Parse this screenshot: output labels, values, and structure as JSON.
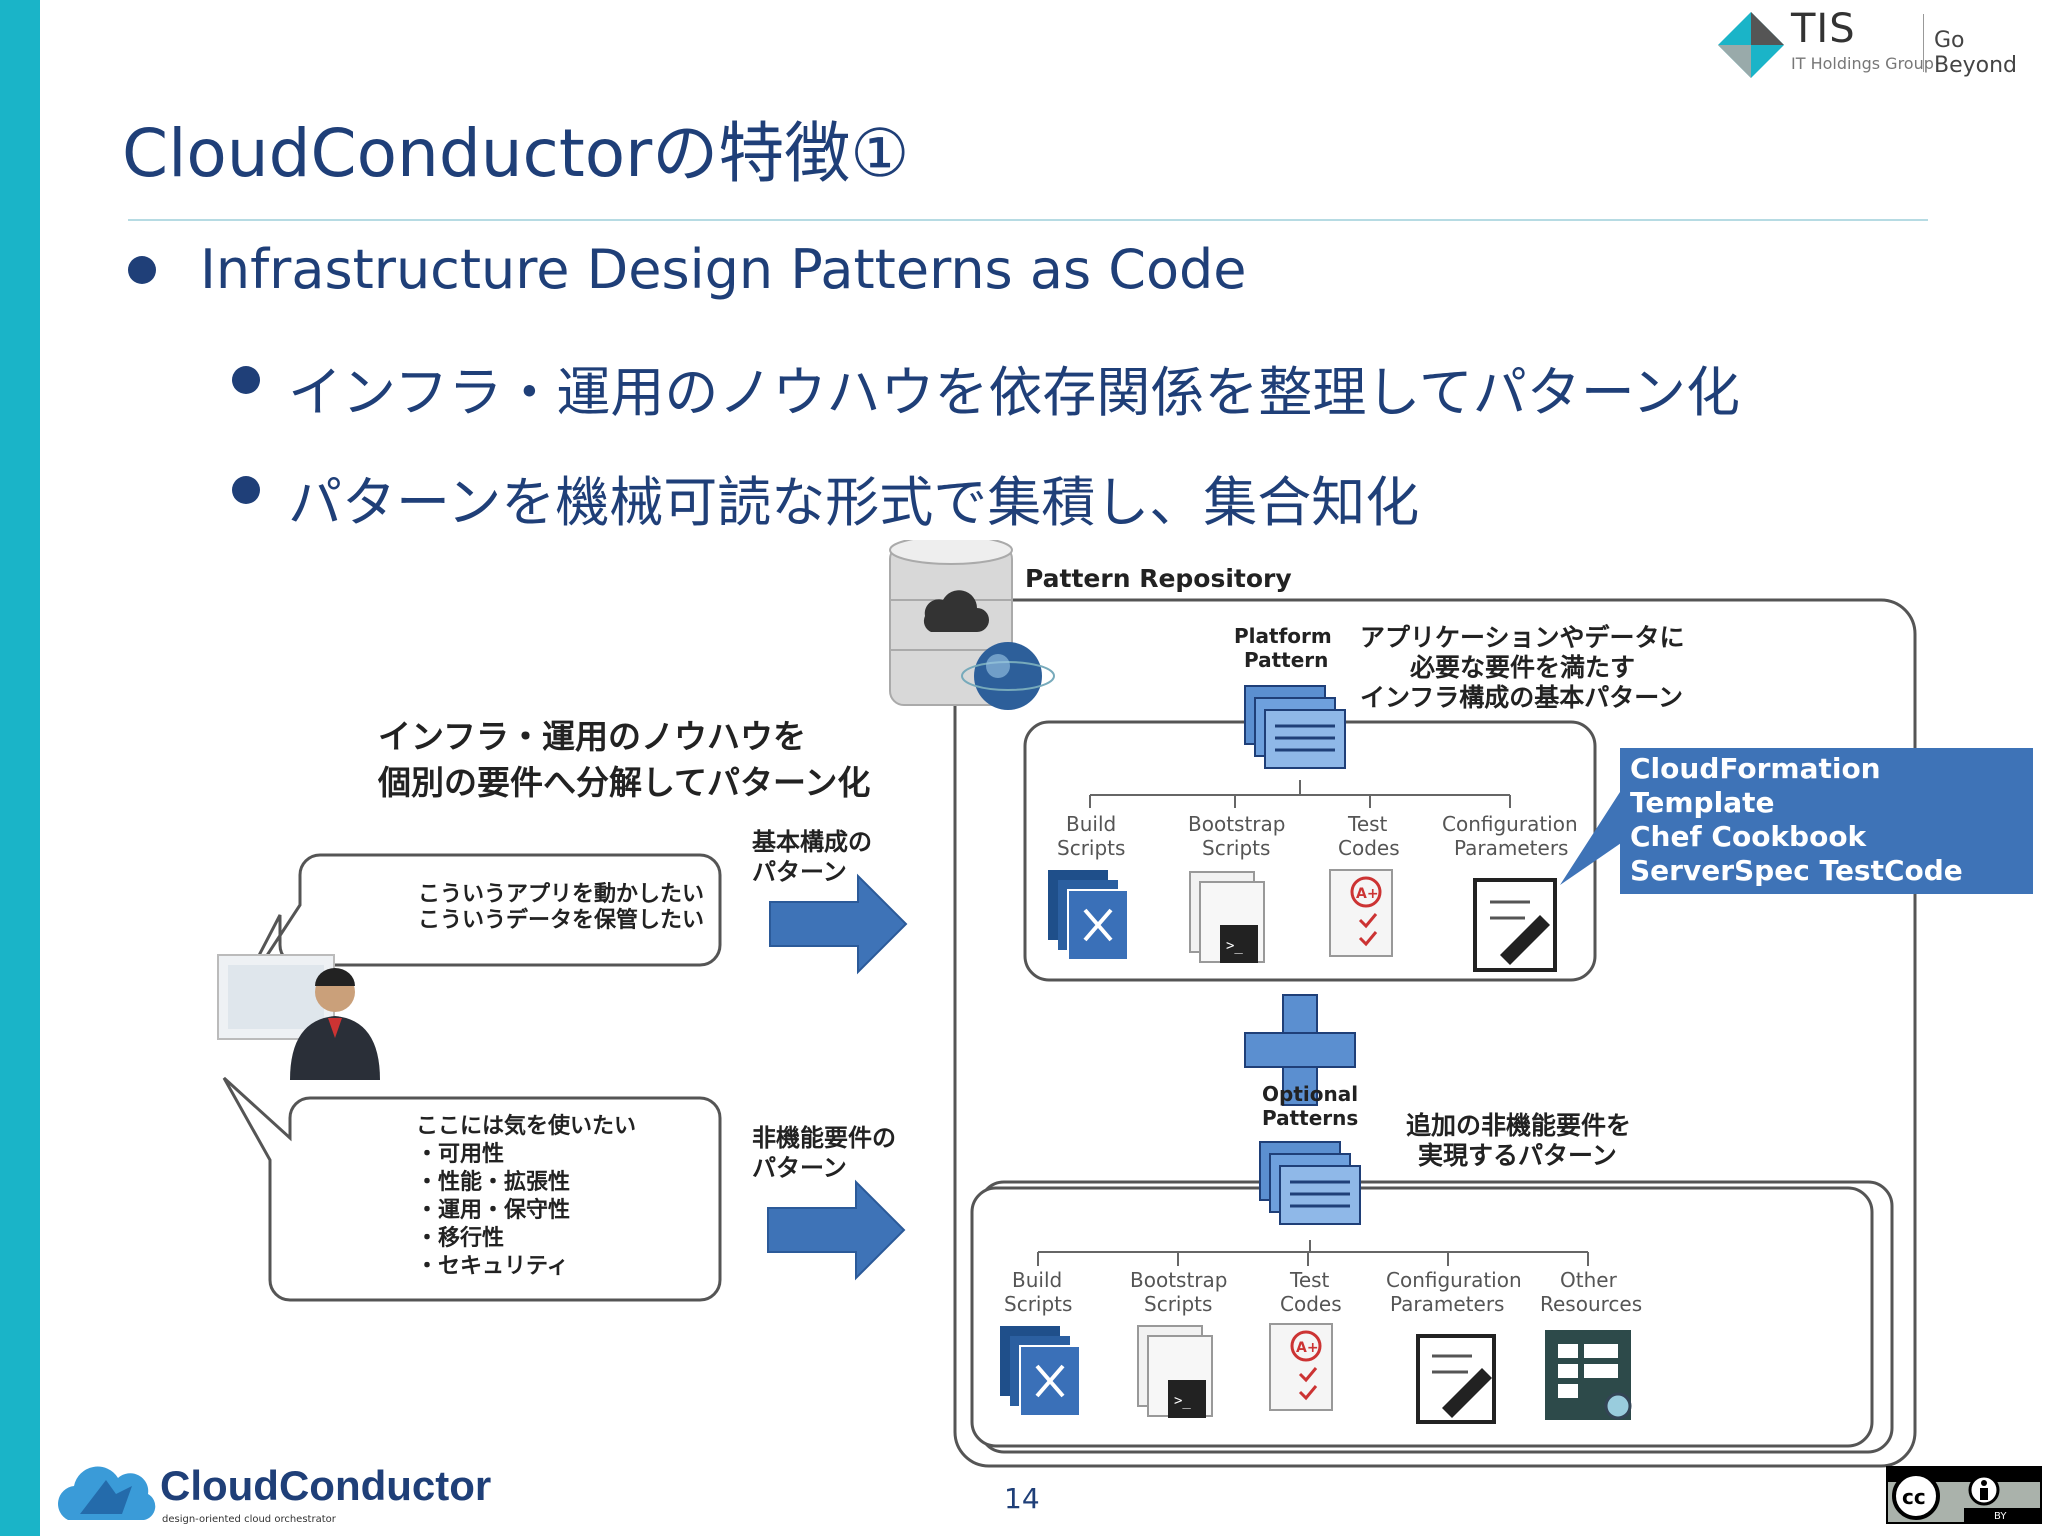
{
  "header": {
    "brand_name": "TIS",
    "brand_sub": "IT Holdings Group",
    "tagline": "Go Beyond"
  },
  "slide": {
    "title": "CloudConductorの特徴①",
    "bullets": [
      "Infrastructure Design Patterns as Code",
      "インフラ・運用のノウハウを依存関係を整理してパターン化",
      "パターンを機械可読な形式で集積し、集合知化"
    ]
  },
  "diagram": {
    "repo_title": "Pattern Repository",
    "left_heading": [
      "インフラ・運用のノウハウを",
      "個別の要件へ分解してパターン化"
    ],
    "bubble1": [
      "こういうアプリを動かしたい",
      "こういうデータを保管したい"
    ],
    "bubble2": [
      "ここには気を使いたい",
      "・可用性",
      "・性能・拡張性",
      "・運用・保守性",
      "・移行性",
      "・セキュリティ"
    ],
    "arrow1_label": [
      "基本構成の",
      "パターン"
    ],
    "arrow2_label": [
      "非機能要件の",
      "パターン"
    ],
    "platform_label": [
      "Platform",
      "Pattern"
    ],
    "platform_desc": [
      "アプリケーションやデータに",
      "必要な要件を満たす",
      "インフラ構成の基本パターン"
    ],
    "platform_items": [
      [
        "Build",
        "Scripts"
      ],
      [
        "Bootstrap",
        "Scripts"
      ],
      [
        "Test",
        "Codes"
      ],
      [
        "Configuration",
        "Parameters"
      ]
    ],
    "optional_label": [
      "Optional",
      "Patterns"
    ],
    "optional_desc": [
      "追加の非機能要件を",
      "実現するパターン"
    ],
    "optional_items": [
      [
        "Build",
        "Scripts"
      ],
      [
        "Bootstrap",
        "Scripts"
      ],
      [
        "Test",
        "Codes"
      ],
      [
        "Configuration",
        "Parameters"
      ],
      [
        "Other",
        "Resources"
      ]
    ],
    "callout": [
      "CloudFormation Template",
      "Chef Cookbook",
      "ServerSpec TestCode",
      "…"
    ]
  },
  "footer": {
    "page_number": "14",
    "logo_text_1": "Cloud",
    "logo_text_2": "Conductor",
    "logo_sub": "design-oriented cloud orchestrator"
  },
  "colors": {
    "accent_bar": "#1ab4c8",
    "title": "#1f3f78",
    "arrow": "#3e73b7",
    "callout_bg": "#3e73b7"
  }
}
